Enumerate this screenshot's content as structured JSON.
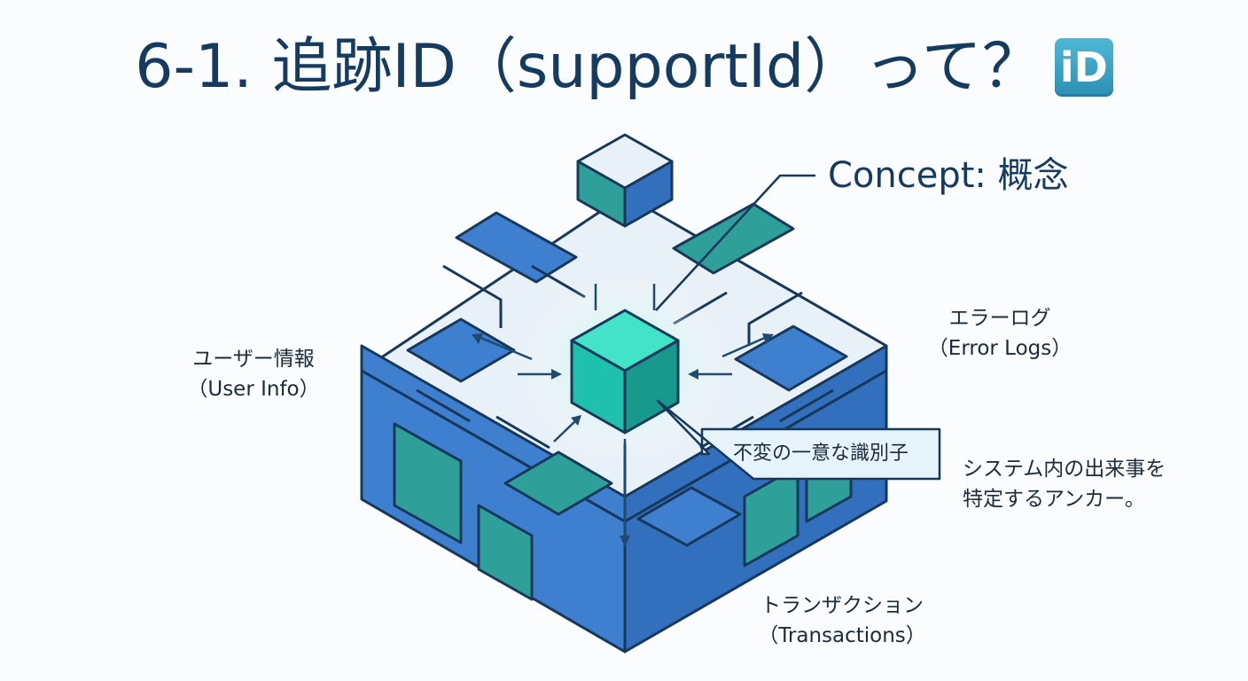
{
  "title": {
    "text": "6-1. 追跡ID（supportId）って？",
    "badge": "iD"
  },
  "labels": {
    "concept": "Concept: 概念",
    "user_info_jp": "ユーザー情報",
    "user_info_en": "（User Info）",
    "error_logs_jp": "エラーログ",
    "error_logs_en": "（Error Logs）",
    "transactions_jp": "トランザクション",
    "transactions_en": "（Transactions）",
    "callout": "不変の一意な識別子",
    "description_line1": "システム内の出来事を",
    "description_line2": "特定するアンカー。"
  },
  "colors": {
    "outline": "#17385a",
    "blue": "#3f7fcf",
    "blue_dark": "#3270bd",
    "teal": "#2f9f9a",
    "top_face": "#e9f1f8",
    "cube_top": "#42e3c9",
    "cube_left": "#1fc1ad",
    "cube_right": "#17998e",
    "glow": "#7ff0df",
    "callout_fill": "#e6f3fb"
  }
}
